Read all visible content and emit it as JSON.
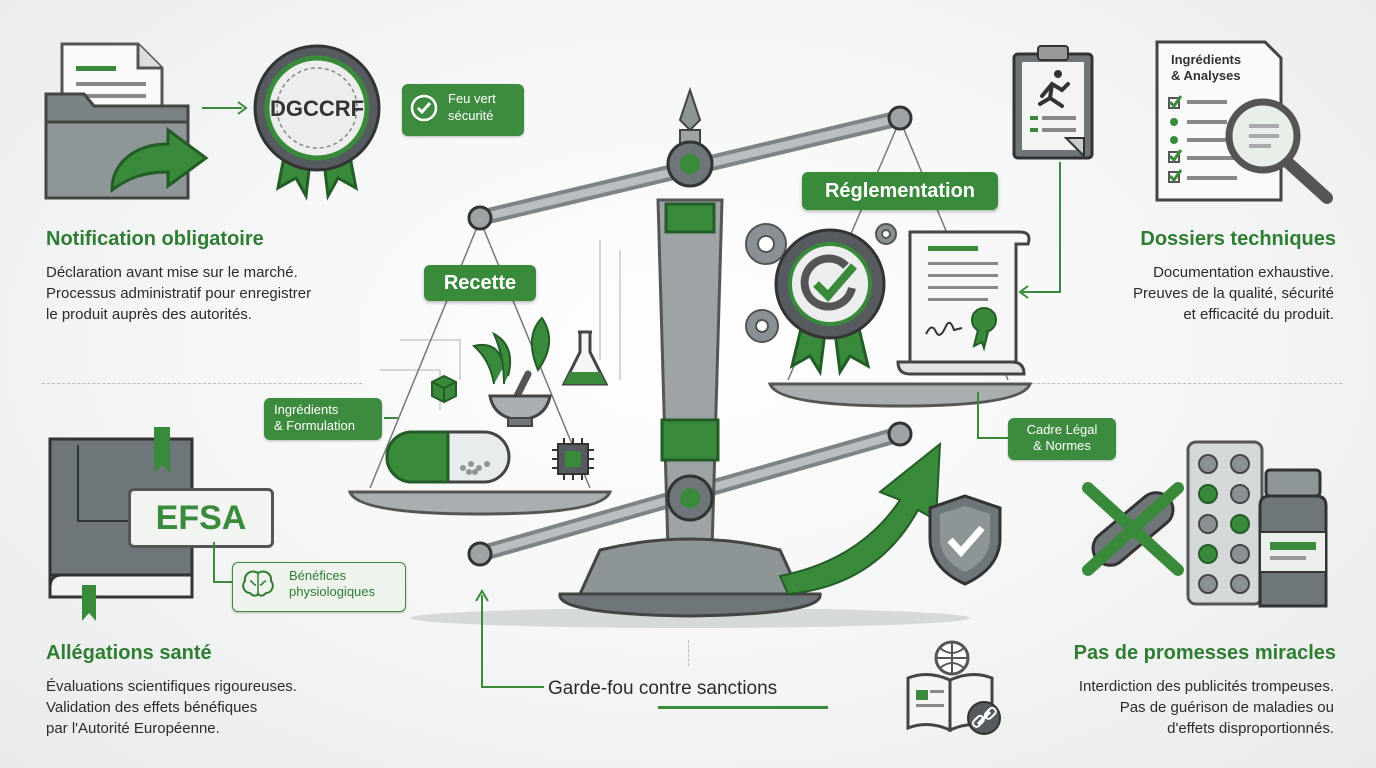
{
  "colors": {
    "accent": "#3a8a3c",
    "accent_dark": "#2e7d32",
    "metal": "#9aa0a2",
    "text": "#2b2b2b"
  },
  "top_left": {
    "heading": "Notification obligatoire",
    "lines": [
      "Déclaration avant mise sur le marché.",
      "Processus administratif pour enregistrer",
      "le produit auprès des autorités."
    ],
    "badge": "DGCCRF",
    "tag": "Feu vert sécurité",
    "icons": [
      "document-folder-icon",
      "seal-badge-icon",
      "check-icon"
    ]
  },
  "top_right": {
    "heading": "Dossiers techniques",
    "lines": [
      "Documentation exhaustive.",
      "Preuves de la qualité, sécurité",
      "et efficacité du produit."
    ],
    "doc_title_lines": [
      "Ingrédients",
      "& Analyses"
    ],
    "icons": [
      "clipboard-runner-icon",
      "checklist-document-icon",
      "magnifier-icon"
    ]
  },
  "bottom_left": {
    "heading": "Allégations santé",
    "lines": [
      "Évaluations scientifiques rigoureuses.",
      "Validation des effets bénéfiques",
      "par l'Autorité Européenne."
    ],
    "book_label": "EFSA",
    "tag_lines": [
      "Bénéfices",
      "physiologiques"
    ],
    "icons": [
      "book-icon",
      "brain-icon"
    ]
  },
  "bottom_right": {
    "heading": "Pas de promesses miracles",
    "lines": [
      "Interdiction des publicités trompeuses.",
      "Pas de guérison de maladies ou",
      "d'effets disproportionnés."
    ],
    "icons": [
      "pill-crossed-icon",
      "blister-pack-icon",
      "medicine-bottle-icon",
      "open-book-link-icon"
    ]
  },
  "scale": {
    "left_label": "Recette",
    "right_label": "Réglementation",
    "left_tag_lines": [
      "Ingrédients",
      "& Formulation"
    ],
    "right_tag_lines": [
      "Cadre Légal",
      "& Normes"
    ],
    "bottom_label": "Garde-fou contre sanctions",
    "icons": [
      "capsule-icon",
      "leaf-icon",
      "flask-icon",
      "mortar-icon",
      "chip-icon",
      "gear-icon",
      "certificate-icon",
      "scroll-icon",
      "shield-check-icon",
      "growth-arrow-icon"
    ]
  }
}
